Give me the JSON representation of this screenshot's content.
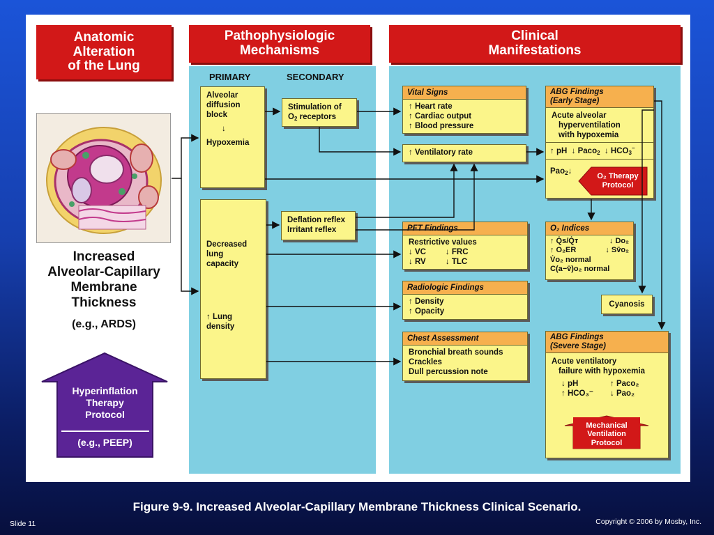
{
  "headers": {
    "anatomic": "Anatomic\nAlteration\nof the Lung",
    "patho": "Pathophysiologic\nMechanisms",
    "clinical": "Clinical\nManifestations"
  },
  "sub_headers": {
    "primary": "PRIMARY",
    "secondary": "SECONDARY"
  },
  "left": {
    "title": "Increased\nAlveolar-Capillary\nMembrane\nThickness",
    "example": "(e.g., ARDS)",
    "therapy": "Hyperinflation\nTherapy\nProtocol",
    "therapy_example": "(e.g., PEEP)"
  },
  "primary_boxes": {
    "box1_line1": "Alveolar",
    "box1_line2": "diffusion",
    "box1_line3": "block",
    "box1_arrow": "↓",
    "box1_line4": "Hypoxemia",
    "box2_line1": "Decreased",
    "box2_line2": "lung",
    "box2_line3": "capacity",
    "box2_arrow": "↑",
    "box2_line4": "Lung",
    "box2_line5": "density"
  },
  "secondary_boxes": {
    "stim_line1": "Stimulation of",
    "stim_line2a": "O",
    "stim_line2sub": "2",
    "stim_line2b": " receptors",
    "defl_line1": "Deflation reflex",
    "defl_line2": "Irritant reflex"
  },
  "vital_signs": {
    "title": "Vital Signs",
    "items": [
      "↑ Heart rate",
      "↑ Cardiac output",
      "↑ Blood pressure"
    ]
  },
  "ventilatory": {
    "text": "↑ Ventilatory rate"
  },
  "pft": {
    "title": "PFT Findings",
    "line1": "Restrictive values",
    "c1": [
      "↓ VC",
      "↓ RV"
    ],
    "c2": [
      "↓ FRC",
      "↓ TLC"
    ]
  },
  "radiologic": {
    "title": "Radiologic Findings",
    "items": [
      "↑ Density",
      "↑ Opacity"
    ]
  },
  "chest": {
    "title": "Chest Assessment",
    "items": [
      "Bronchial breath sounds",
      "Crackles",
      "Dull percussion note"
    ]
  },
  "abg_early": {
    "title1": "ABG Findings",
    "title2": "(Early Stage)",
    "line1": "Acute alveolar",
    "line2": "hyperventilation",
    "line3": "with hypoxemia",
    "ph": "↑ pH",
    "paco2": "↓ Paco",
    "hco3": "↓ HCO",
    "pao2": "Pao",
    "pao2_arrow": "↓",
    "protocol": "O₂ Therapy\nProtocol"
  },
  "o2_indices": {
    "title": "O₂ Indices",
    "r1a": "↑ Q̇s/Q̇ᴛ",
    "r1b": "↓ Do₂",
    "r2a": "↑ O₂ER",
    "r2b": "↓ Sv̄o₂",
    "r3": "V̇o₂ normal",
    "r4": "C(a−v̄)o₂ normal"
  },
  "cyanosis": "Cyanosis",
  "abg_severe": {
    "title1": "ABG Findings",
    "title2": "(Severe Stage)",
    "line1": "Acute ventilatory",
    "line2": "failure with hypoxemia",
    "r1a": "↓ pH",
    "r1b": "↑ Paco₂",
    "r2a": "↑ HCO₃⁻",
    "r2b": "↓ Pao₂",
    "protocol": "Mechanical\nVentilation\nProtocol"
  },
  "caption": "Figure 9-9. Increased Alveolar-Capillary Membrane Thickness Clinical Scenario.",
  "slide": "Slide 11",
  "copyright": "Copyright © 2006 by Mosby, Inc.",
  "colors": {
    "header_red": "#d21818",
    "box_yellow": "#fbf58a",
    "box_title_orange": "#f6b04e",
    "column_blue": "#80cfe2",
    "therapy_purple": "#5b2496"
  }
}
